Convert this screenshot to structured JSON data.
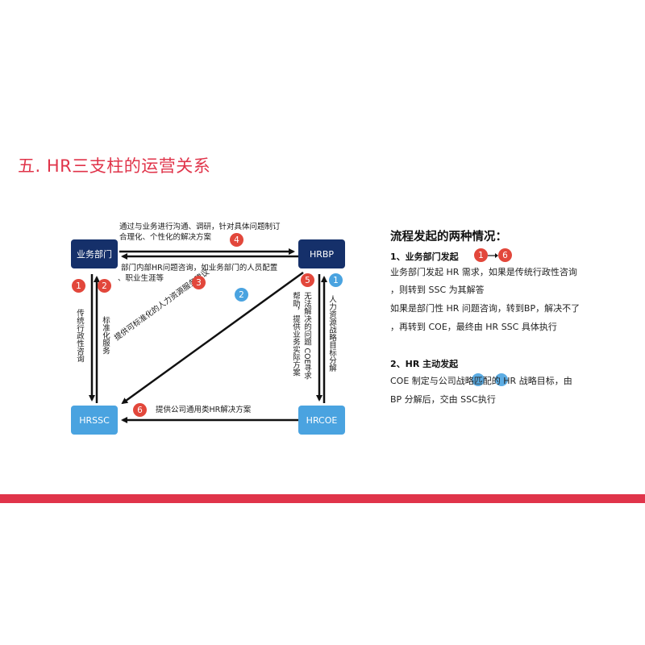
{
  "title": "五. HR三支柱的运营关系",
  "diagram": {
    "nodes": {
      "business": "业务部门",
      "hrbp": "HRBP",
      "hrssc": "HRSSC",
      "hrcoe": "HRCOE"
    },
    "labels": {
      "top_arrow_1": "通过与业务进行沟通、调研，针对具体问题制订",
      "top_arrow_2": "合理化、个性化的解决方案",
      "inner_1": "部门内部HR问题咨询，如业务部门的人员配置",
      "inner_2": "、职业生涯等",
      "left_outer": "传统行政性咨询",
      "left_inner": "标准化服务",
      "diagonal": "提供可标准化的人力资源服务建议",
      "right_inner_1": "无法解决的问题  COE寻求",
      "right_inner_2": "帮助，提供业务实际方案",
      "right_outer": "人力资源战略目标分解",
      "bottom": "提供公司通用类HR解决方案"
    },
    "badges": {
      "b4": "4",
      "b3": "3",
      "b1r": "1",
      "b2r": "2",
      "b2b": "2",
      "b5": "5",
      "b1b": "1",
      "b6": "6"
    }
  },
  "right_panel": {
    "heading": "流程发起的两种情况：",
    "case1": {
      "title": "1、业务部门发起",
      "badge_start": "1",
      "badge_end": "6",
      "line1": "业务部门发起 HR 需求，如果是传统行政性咨询",
      "line2": "，则转到 SSC 为其解答",
      "line3": "如果是部门性 HR 问题咨询，转到BP，解决不了",
      "line4": "，再转到 COE，最终由 HR SSC 具体执行"
    },
    "case2": {
      "title": "2、HR 主动发起",
      "line1": "COE 制定与公司战略匹配的 HR 战略目标，由",
      "line2": "BP 分解后，交由 SSC执行"
    }
  },
  "colors": {
    "accent": "#e0344a",
    "node_dark": "#15306a",
    "node_light": "#4aa3e0",
    "badge_red": "#e2473b",
    "badge_blue": "#4aa3e0"
  }
}
